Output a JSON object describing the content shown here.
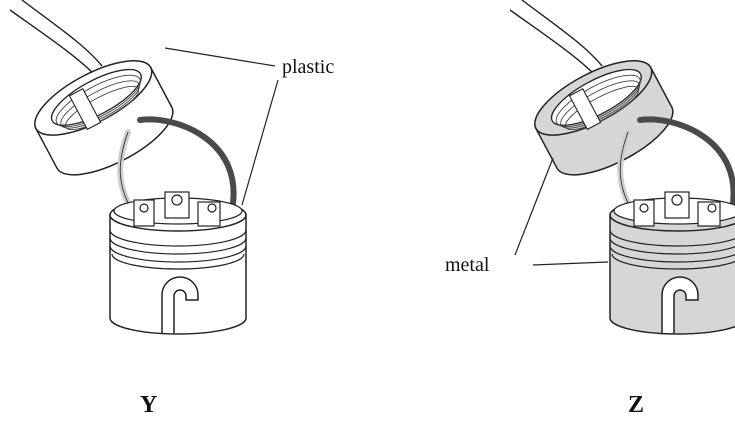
{
  "labels": {
    "plastic": "plastic",
    "metal": "metal"
  },
  "captions": {
    "left": "Y",
    "right": "Z"
  },
  "colors": {
    "line": "#222222",
    "metal_fill": "#d6d6d6",
    "plastic_fill": "#ffffff",
    "dark_wire": "#4a4a4a",
    "light_wire": "#cfcfcf"
  }
}
